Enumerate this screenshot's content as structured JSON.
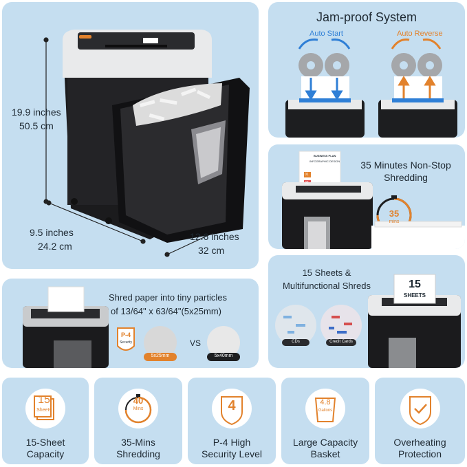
{
  "main_panel": {
    "height_label": "19.9 inches",
    "height_label_cm": "50.5 cm",
    "depth_label": "9.5 inches",
    "depth_label_cm": "24.2 cm",
    "width_label": "12.6 inches",
    "width_label_cm": "32 cm"
  },
  "jam_panel": {
    "title": "Jam-proof System",
    "auto_start": "Auto Start",
    "auto_reverse": "Auto Reverse"
  },
  "nonstop_panel": {
    "line1": "35 Minutes Non-Stop",
    "line2": "Shredding",
    "timer_value": "35",
    "timer_unit": "mins",
    "card_title": "BUSINESS PLAN",
    "card_subtitle": "INFOGRAPHIC DESIGN",
    "card_step1": "01",
    "card_step2": "02"
  },
  "shred_panel": {
    "line1": "Shred paper into tiny particles",
    "line2": "of 13/64\" x 63/64\"(5x25mm)",
    "badge_p4": "P-4",
    "badge_security": "Security",
    "size_small": "5x25mm",
    "vs": "VS",
    "size_large": "5x40mm"
  },
  "sheets_panel": {
    "line1": "15 Sheets &",
    "line2": "Multifunctional Shreds",
    "cds_label": "CDs",
    "cards_label": "Credit Cards",
    "sign_number": "15",
    "sign_word": "SHEETS"
  },
  "features": [
    {
      "icon_text": "15",
      "icon_sub": "Sheets",
      "line1": "15-Sheet",
      "line2": "Capacity"
    },
    {
      "icon_text": "40",
      "icon_sub": "Mins",
      "line1": "35-Mins",
      "line2": "Shredding"
    },
    {
      "icon_text": "4",
      "icon_sub": "",
      "line1": "P-4 High",
      "line2": "Security Level"
    },
    {
      "icon_text": "4.8",
      "icon_sub": "Gallons",
      "line1": "Large Capacity",
      "line2": "Basket"
    },
    {
      "icon_text": "",
      "icon_sub": "",
      "line1": "Overheating",
      "line2": "Protection"
    }
  ],
  "colors": {
    "panel_bg": "#c5def0",
    "accent_orange": "#e2822c",
    "arrow_blue": "#2f7fd6",
    "shredder_black": "#1b1b1d"
  }
}
